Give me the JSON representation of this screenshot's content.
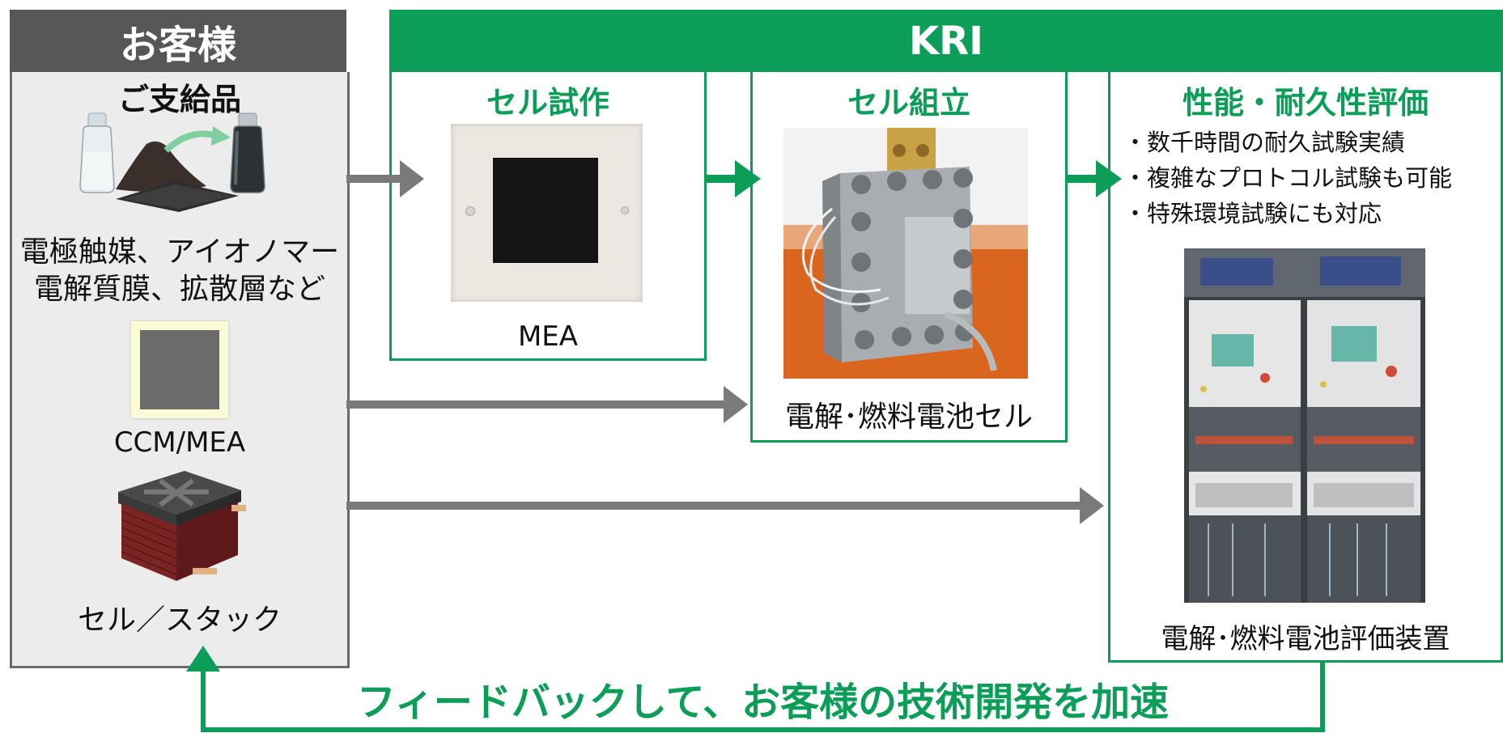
{
  "header": {
    "customer": "お客様",
    "kri": "KRI"
  },
  "customer": {
    "supplied_title": "ご支給品",
    "materials_line1": "電極触媒、アイオノマー",
    "materials_line2": "電解質膜、拡散層など",
    "ccm_label": "CCM/MEA",
    "stack_label": "セル／スタック"
  },
  "kri_steps": {
    "prototype": {
      "title": "セル試作",
      "caption": "MEA"
    },
    "assembly": {
      "title": "セル組立",
      "caption": "電解･燃料電池セル"
    },
    "evaluation": {
      "title": "性能・耐久性評価",
      "bullets": [
        "・数千時間の耐久試験実績",
        "・複雑なプロトコル試験も可能",
        "・特殊環境試験にも対応"
      ],
      "caption": "電解･燃料電池評価装置"
    }
  },
  "feedback": "フィードバックして、お客様の技術開発を加速",
  "colors": {
    "green": "#0c9d58",
    "gray": "#575757",
    "panel": "#ececec",
    "arrow_gray": "#7a7a7a"
  }
}
